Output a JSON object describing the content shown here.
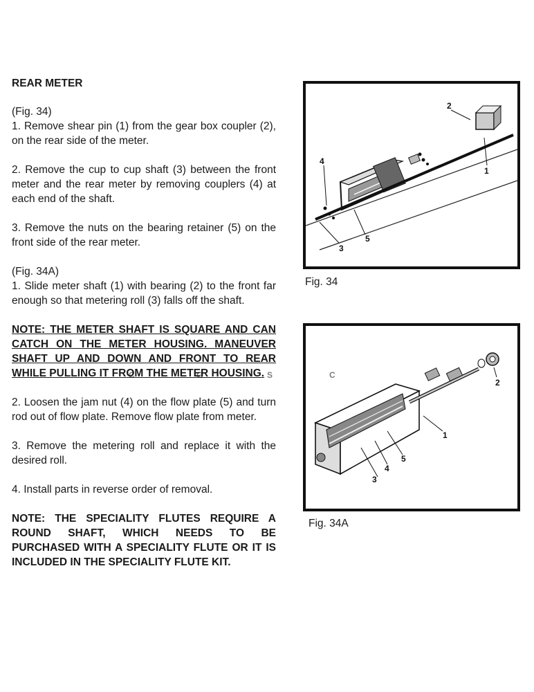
{
  "section": {
    "title": "REAR METER",
    "fig34_ref": "(Fig. 34)",
    "fig34_steps": [
      "1.  Remove shear pin (1) from the gear box coupler (2), on the rear side of the meter.",
      "2.  Remove the cup to cup shaft (3) between the front meter and the rear meter by removing couplers (4) at each end of the shaft.",
      "3.  Remove the nuts on the bearing retainer (5) on the front side of the rear meter."
    ],
    "fig34a_ref": "(Fig. 34A)",
    "fig34a_step1": "1.  Slide meter shaft (1) with bearing (2) to the front far enough so that metering roll (3) falls off the shaft.",
    "note1": "NOTE:  THE METER SHAFT IS SQUARE AND CAN CATCH ON THE METER HOUSING.  MANEUVER SHAFT UP AND DOWN AND FRONT TO REAR WHILE PULLING IT FROM THE METER HOUSING.",
    "fig34a_steps_more": [
      "2.  Loosen the jam nut (4) on the flow plate (5) and turn rod out of flow plate.  Remove flow plate from meter.",
      "3.  Remove the metering roll and replace it with the desired roll.",
      "4.  Install parts in reverse order of removal."
    ],
    "note2": "NOTE:  THE SPECIALITY FLUTES REQUIRE A ROUND SHAFT, WHICH NEEDS TO BE PURCHASED WITH A SPECIALITY FLUTE OR IT IS INCLUDED IN THE SPECIALITY FLUTE KIT."
  },
  "figures": {
    "fig34": {
      "caption": "Fig. 34",
      "callouts": [
        "1",
        "2",
        "3",
        "4",
        "5"
      ]
    },
    "fig34a": {
      "caption": "Fig. 34A",
      "callouts": [
        "1",
        "2",
        "3",
        "4",
        "5"
      ]
    }
  },
  "watermark": {
    "letters": [
      "C",
      "G",
      "S",
      "C"
    ],
    "colors": [
      "#4285f4",
      "#ea4335",
      "#fbbc05",
      "#34a853"
    ]
  }
}
